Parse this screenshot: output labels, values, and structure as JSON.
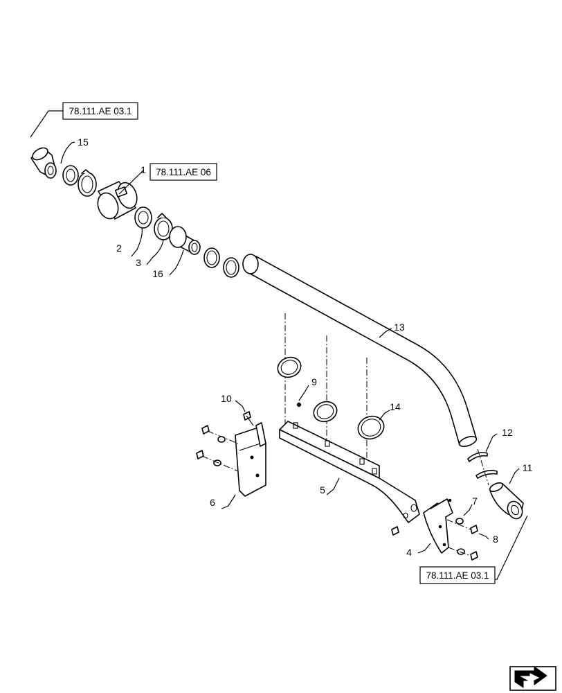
{
  "references": {
    "top_left": "78.111.AE 03.1",
    "item1_ref": "78.111.AE 06",
    "bottom_right": "78.111.AE 03.1"
  },
  "callouts": {
    "c1": "1",
    "c2": "2",
    "c3": "3",
    "c4": "4",
    "c5": "5",
    "c6": "6",
    "c7": "7",
    "c8": "8",
    "c9": "9",
    "c10": "10",
    "c11": "11",
    "c12": "12",
    "c13": "13",
    "c14": "14",
    "c15": "15",
    "c16": "16"
  },
  "icons": {
    "navigation": "next-page-arrow-icon"
  }
}
